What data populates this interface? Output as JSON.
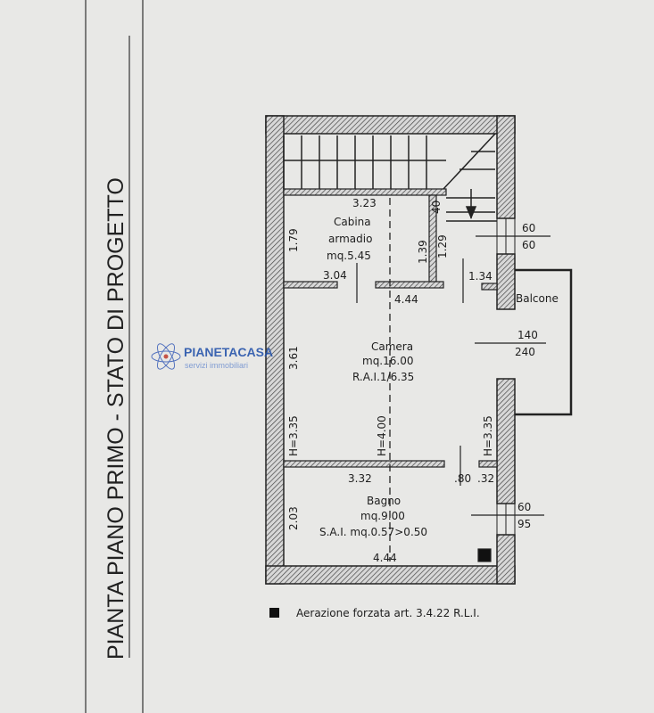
{
  "title": "PIANTA PIANO PRIMO - STATO DI PROGETTO",
  "rooms": {
    "cabina": {
      "name1": "Cabina",
      "name2": "armadio",
      "area": "mq.5.45"
    },
    "camera": {
      "name": "Camera",
      "area": "mq.16.00",
      "rai": "R.A.I.1/6.35"
    },
    "bagno": {
      "name": "Bagno",
      "area": "mq.9.00",
      "sai": "S.A.I. mq.0.57>0.50"
    },
    "balcone": {
      "name": "Balcone"
    }
  },
  "dimensions": {
    "d323": "3.23",
    "d179": "1.79",
    "d040": "40",
    "d139": "1.39",
    "d129": "1.29",
    "d304": "3.04",
    "d444a": "4.44",
    "d134": "1.34",
    "d361": "3.61",
    "h335a": "H=3.35",
    "h400": "H=4.00",
    "h335b": "H=3.35",
    "d332": "3.32",
    "d080": ".80",
    "d032": ".32",
    "d203": "2.03",
    "d444b": "4.44"
  },
  "openings": {
    "w1_top": "60",
    "w1_bot": "60",
    "door_top": "140",
    "door_bot": "240",
    "w2_top": "60",
    "w2_bot": "95"
  },
  "legend": {
    "text": "Aerazione forzata art. 3.4.22 R.L.I."
  },
  "watermark": {
    "brand": "PIANETACASA",
    "sub": "servizi immobiliari"
  }
}
